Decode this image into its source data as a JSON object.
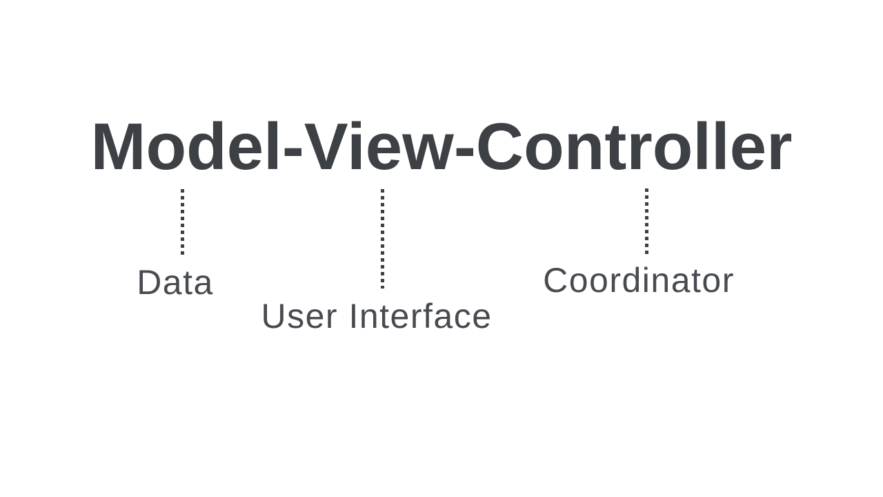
{
  "colors": {
    "background": "#ffffff",
    "title_ink": "#3d4145",
    "label_ink": "#474b50",
    "connector_ink": "#3d4145"
  },
  "title": {
    "text": "Model-View-Controller"
  },
  "diagram": {
    "connectors": [
      {
        "term": "Model",
        "label": "Data"
      },
      {
        "term": "View",
        "label": "User Interface"
      },
      {
        "term": "Controller",
        "label": "Coordinator"
      }
    ]
  }
}
